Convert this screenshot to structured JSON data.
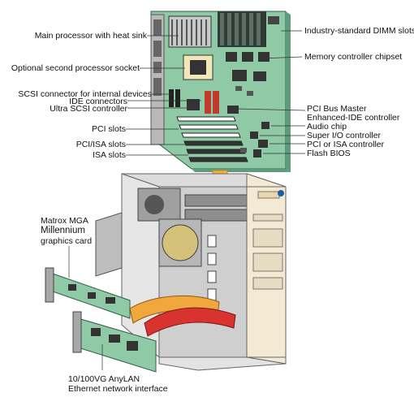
{
  "labels": {
    "main_processor": "Main processor with heat sink",
    "second_processor": "Optional second processor socket",
    "scsi_connector": "SCSI connector for internal devices",
    "ide_connectors": "IDE connectors",
    "ultra_scsi": "Ultra SCSI controller",
    "pci_slots": "PCI slots",
    "pci_isa_slots": "PCI/ISA slots",
    "isa_slots": "ISA slots",
    "dimm_slots": "Industry-standard DIMM slots",
    "memory_controller": "Memory controller chipset",
    "pci_bus_master_1": "PCI Bus Master",
    "pci_bus_master_2": "Enhanced-IDE controller",
    "audio_chip": "Audio chip",
    "super_io": "Super I/O controller",
    "pci_or_isa": "PCI or ISA controller",
    "flash_bios": "Flash BIOS",
    "matrox_1": "Matrox MGA",
    "matrox_2": "Millennium",
    "matrox_3": "graphics card",
    "ethernet_1": "10/100VG AnyLAN",
    "ethernet_2": "Ethernet network interface"
  },
  "colors": {
    "board_green": "#8fc9a6",
    "board_dark": "#3d7a5a",
    "case_beige": "#f4ead3",
    "case_gray": "#bdbdbd",
    "ribbon_orange": "#f0a83c",
    "ribbon_red": "#d9332f",
    "arrow_orange": "#f6b23c",
    "chip_dark": "#3a3a3a"
  }
}
